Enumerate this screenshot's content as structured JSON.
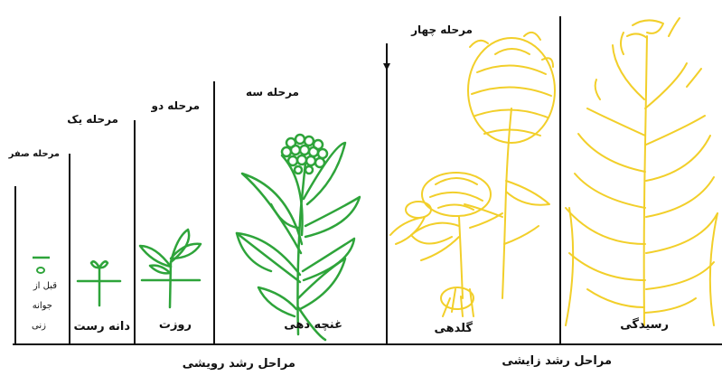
{
  "stages": [
    {
      "title": "مرحله صفر",
      "name": [
        "قبل از",
        "جوانه",
        "زنی"
      ]
    },
    {
      "title": "مرحله یک",
      "name": "دانه رست"
    },
    {
      "title": "مرحله دو",
      "name": "روزت"
    },
    {
      "title": "مرحله سه",
      "name": "غنچه دهی"
    },
    {
      "title": "مرحله چهار",
      "name": "گلدهی"
    },
    {
      "title": "",
      "name": "رسیدگی"
    }
  ],
  "phases": {
    "vegetative": "مراحل رشد رویشی",
    "reproductive": "مراحل رشد زایشی"
  },
  "colors": {
    "vegetative_plant": "#2ea43a",
    "reproductive_plant": "#f2cf2a",
    "lines": "#111111"
  }
}
